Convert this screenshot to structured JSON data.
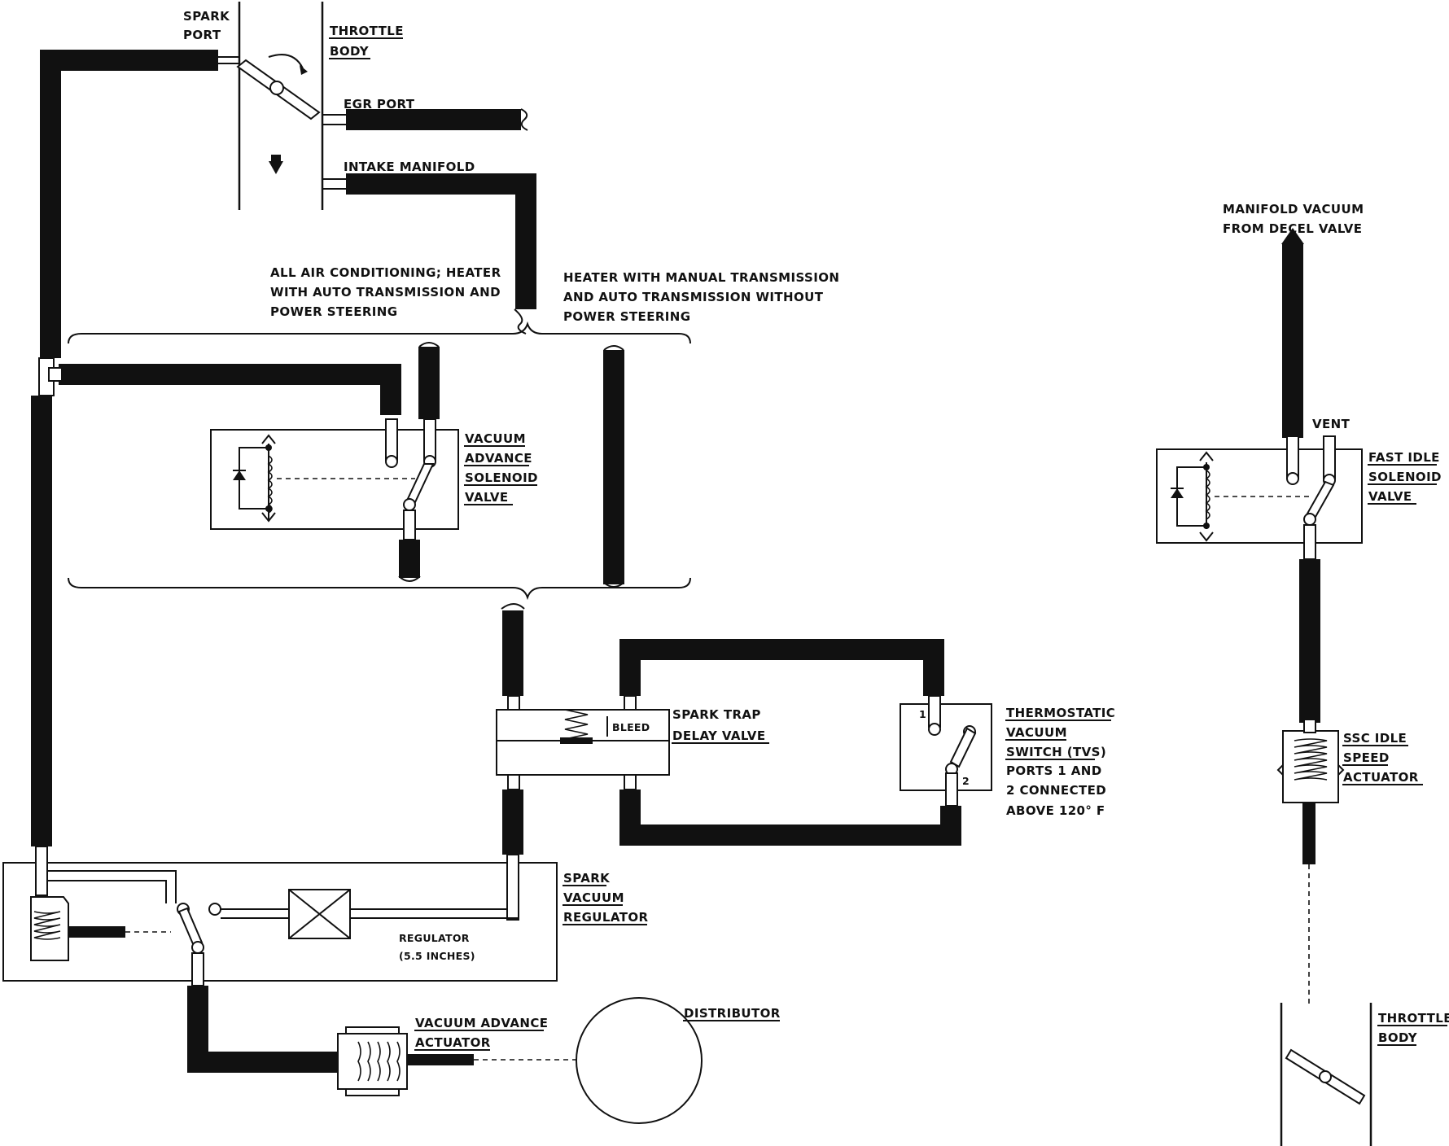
{
  "labels": {
    "spark_port": [
      "SPARK",
      "PORT"
    ],
    "throttle_body_top": [
      "THROTTLE",
      "BODY"
    ],
    "egr_port": "EGR PORT",
    "intake_manifold": "INTAKE MANIFOLD",
    "all_air": [
      "ALL AIR CONDITIONING; HEATER",
      "WITH AUTO TRANSMISSION AND",
      "POWER STEERING"
    ],
    "heater_manual": [
      "HEATER WITH MANUAL TRANSMISSION",
      "AND AUTO TRANSMISSION WITHOUT",
      "POWER STEERING"
    ],
    "vacuum_advance_solenoid": [
      "VACUUM",
      "ADVANCE",
      "SOLENOID",
      "VALVE"
    ],
    "spark_trap": [
      "SPARK TRAP",
      "DELAY VALVE"
    ],
    "bleed": "BLEED",
    "tvs": [
      "THERMOSTATIC",
      "VACUUM",
      "SWITCH (TVS)",
      "PORTS 1 AND",
      "2 CONNECTED",
      "ABOVE 120° F"
    ],
    "tvs_port_1": "1",
    "tvs_port_2": "2",
    "spark_vacuum_regulator": [
      "SPARK",
      "VACUUM",
      "REGULATOR"
    ],
    "regulator_setting": [
      "REGULATOR",
      "(5.5 INCHES)"
    ],
    "vacuum_advance_actuator": [
      "VACUUM ADVANCE",
      "ACTUATOR"
    ],
    "distributor": "DISTRIBUTOR",
    "manifold_vacuum": [
      "MANIFOLD VACUUM",
      "FROM DECEL VALVE"
    ],
    "vent": "VENT",
    "fast_idle": [
      "FAST IDLE",
      "SOLENOID",
      "VALVE"
    ],
    "ssc_idle": [
      "SSC IDLE",
      "SPEED",
      "ACTUATOR"
    ],
    "throttle_body_right": [
      "THROTTLE",
      "BODY"
    ]
  },
  "colors": {
    "line": "#111111",
    "background": "#ffffff"
  }
}
